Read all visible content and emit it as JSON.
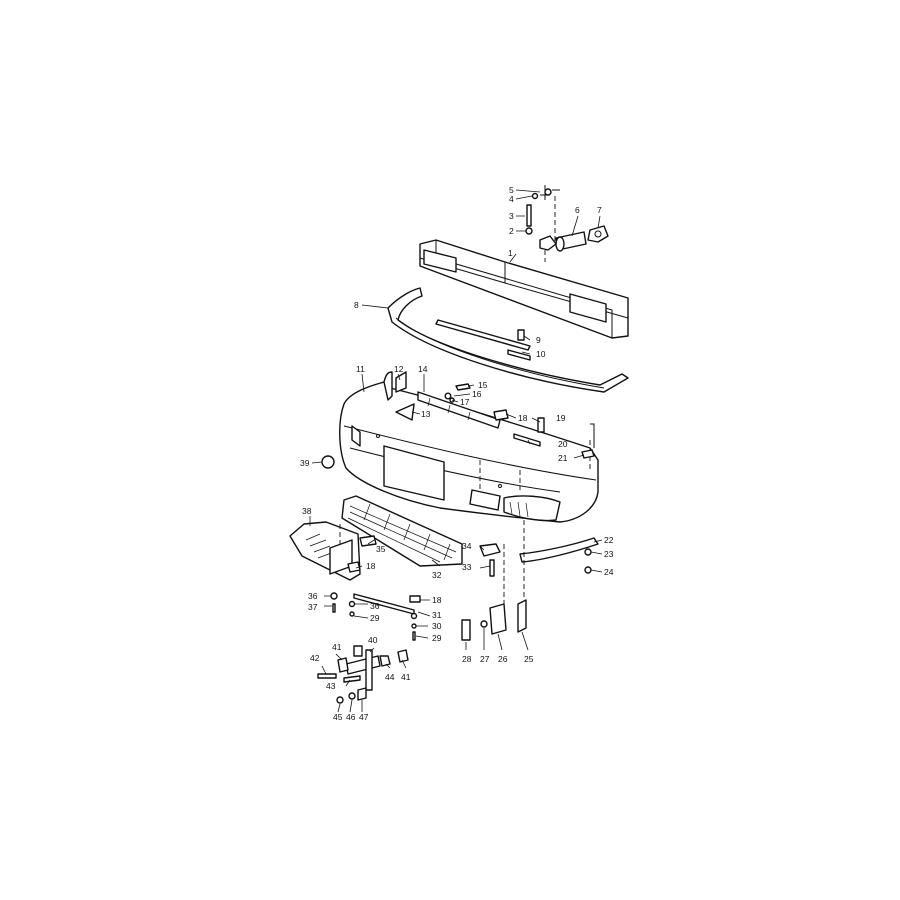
{
  "diagram": {
    "callouts": [
      {
        "id": "c1",
        "text": "1"
      },
      {
        "id": "c2",
        "text": "2"
      },
      {
        "id": "c3",
        "text": "3"
      },
      {
        "id": "c4",
        "text": "4"
      },
      {
        "id": "c5",
        "text": "5"
      },
      {
        "id": "c6",
        "text": "6"
      },
      {
        "id": "c7",
        "text": "7"
      },
      {
        "id": "c8",
        "text": "8"
      },
      {
        "id": "c9",
        "text": "9"
      },
      {
        "id": "c10",
        "text": "10"
      },
      {
        "id": "c11",
        "text": "11"
      },
      {
        "id": "c12",
        "text": "12"
      },
      {
        "id": "c13",
        "text": "13"
      },
      {
        "id": "c14",
        "text": "14"
      },
      {
        "id": "c15",
        "text": "15"
      },
      {
        "id": "c16",
        "text": "16"
      },
      {
        "id": "c17",
        "text": "17"
      },
      {
        "id": "c18a",
        "text": "18"
      },
      {
        "id": "c19",
        "text": "19"
      },
      {
        "id": "c20",
        "text": "20"
      },
      {
        "id": "c21",
        "text": "21"
      },
      {
        "id": "c22",
        "text": "22"
      },
      {
        "id": "c23",
        "text": "23"
      },
      {
        "id": "c24",
        "text": "24"
      },
      {
        "id": "c25",
        "text": "25"
      },
      {
        "id": "c26",
        "text": "26"
      },
      {
        "id": "c27",
        "text": "27"
      },
      {
        "id": "c28",
        "text": "28"
      },
      {
        "id": "c29a",
        "text": "29"
      },
      {
        "id": "c29b",
        "text": "29"
      },
      {
        "id": "c30",
        "text": "30"
      },
      {
        "id": "c31",
        "text": "31"
      },
      {
        "id": "c32",
        "text": "32"
      },
      {
        "id": "c33",
        "text": "33"
      },
      {
        "id": "c34",
        "text": "34"
      },
      {
        "id": "c35",
        "text": "35"
      },
      {
        "id": "c36a",
        "text": "36"
      },
      {
        "id": "c36b",
        "text": "36"
      },
      {
        "id": "c37",
        "text": "37"
      },
      {
        "id": "c38",
        "text": "38"
      },
      {
        "id": "c39",
        "text": "39"
      },
      {
        "id": "c40",
        "text": "40"
      },
      {
        "id": "c41a",
        "text": "41"
      },
      {
        "id": "c41b",
        "text": "41"
      },
      {
        "id": "c42",
        "text": "42"
      },
      {
        "id": "c43",
        "text": "43"
      },
      {
        "id": "c44",
        "text": "44"
      },
      {
        "id": "c45",
        "text": "45"
      },
      {
        "id": "c46",
        "text": "46"
      },
      {
        "id": "c47",
        "text": "47"
      },
      {
        "id": "c18b",
        "text": "18"
      },
      {
        "id": "c18c",
        "text": "18"
      }
    ]
  }
}
